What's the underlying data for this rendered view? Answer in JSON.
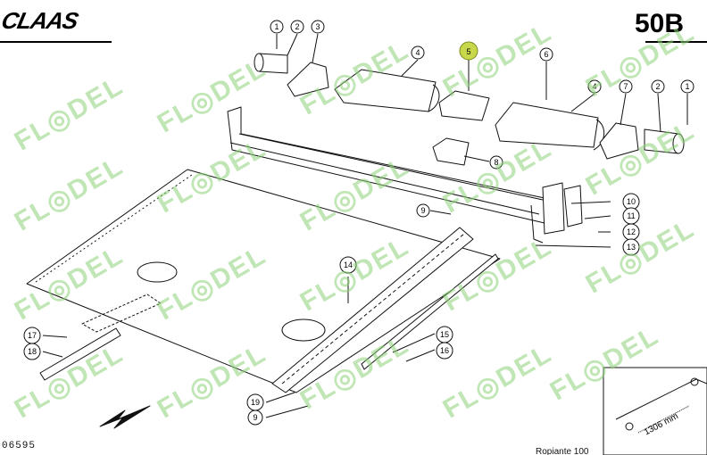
{
  "header": {
    "brand": "CLAAS",
    "page_code": "50B"
  },
  "footer": {
    "doc_number": "06595",
    "note": "Ropiante 100"
  },
  "watermark": {
    "text": "FL◎DEL"
  },
  "callouts": [
    {
      "id": "c1a",
      "label": "1"
    },
    {
      "id": "c2a",
      "label": "2"
    },
    {
      "id": "c3",
      "label": "3"
    },
    {
      "id": "c4a",
      "label": "4"
    },
    {
      "id": "c5",
      "label": "5",
      "highlight": true
    },
    {
      "id": "c6",
      "label": "6"
    },
    {
      "id": "c4b",
      "label": "4"
    },
    {
      "id": "c7",
      "label": "7"
    },
    {
      "id": "c2b",
      "label": "2"
    },
    {
      "id": "c1b",
      "label": "1"
    },
    {
      "id": "c8",
      "label": "8"
    },
    {
      "id": "c9a",
      "label": "9"
    },
    {
      "id": "c10",
      "label": "10"
    },
    {
      "id": "c11",
      "label": "11"
    },
    {
      "id": "c12",
      "label": "12"
    },
    {
      "id": "c13",
      "label": "13"
    },
    {
      "id": "c14",
      "label": "14"
    },
    {
      "id": "c15",
      "label": "15"
    },
    {
      "id": "c16",
      "label": "16"
    },
    {
      "id": "c17",
      "label": "17"
    },
    {
      "id": "c18",
      "label": "18"
    },
    {
      "id": "c19",
      "label": "19"
    },
    {
      "id": "c9b",
      "label": "9"
    }
  ],
  "detail": {
    "dimension": "1306 mm"
  },
  "colors": {
    "highlight": "#c8d84a",
    "watermark": "#8fd27a",
    "line": "#111111"
  }
}
